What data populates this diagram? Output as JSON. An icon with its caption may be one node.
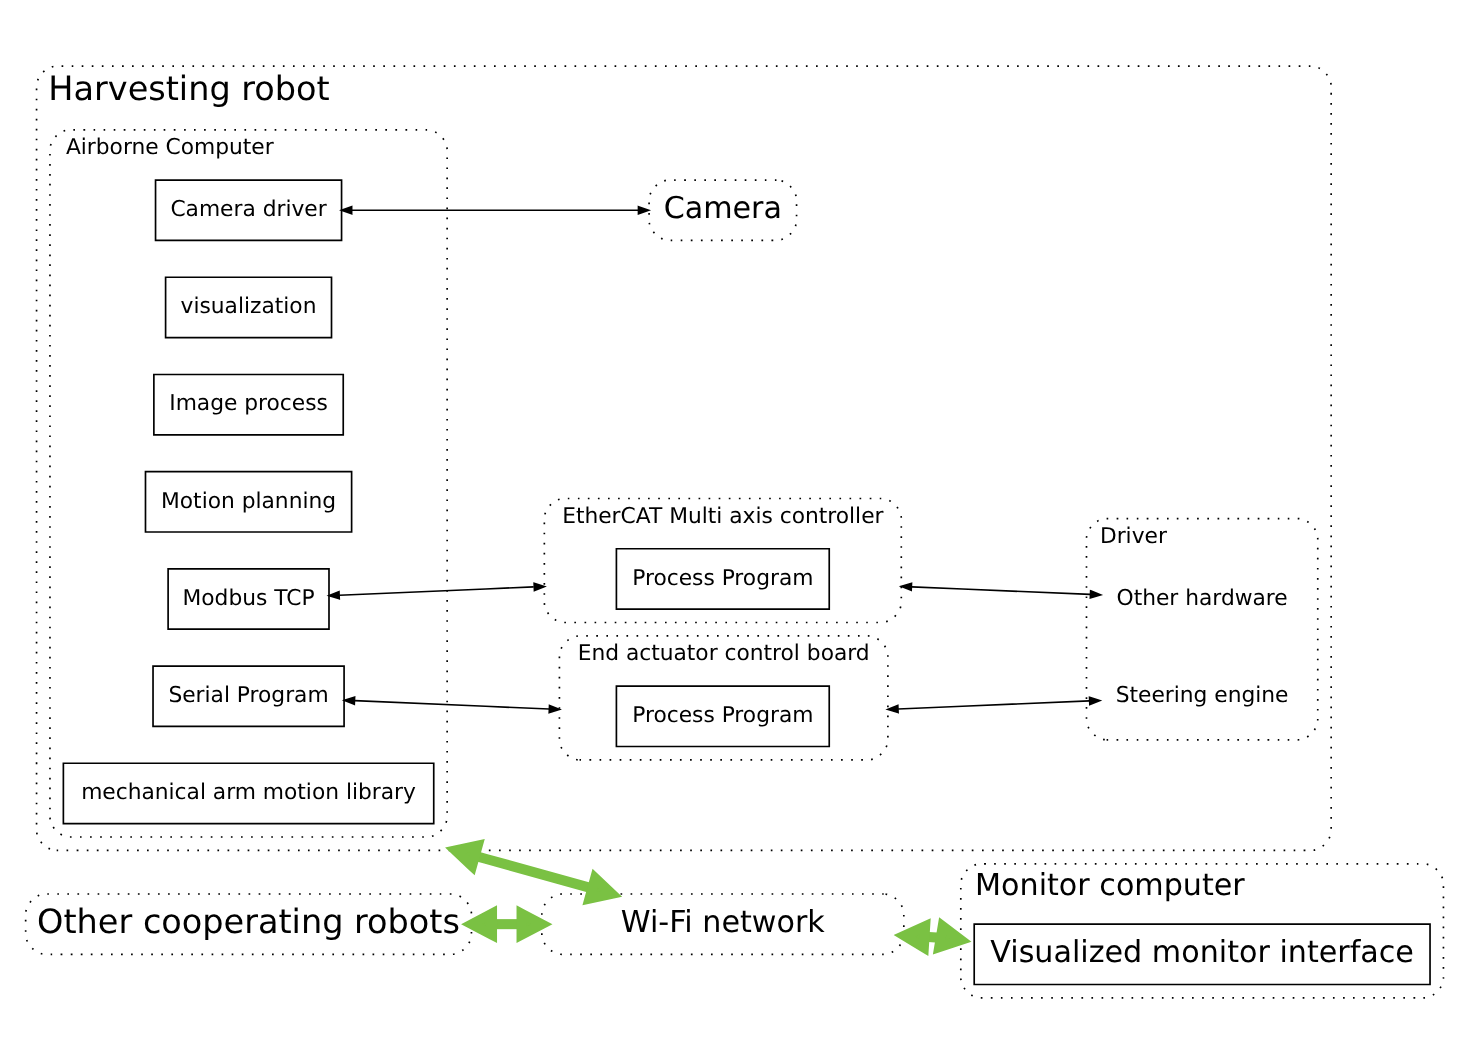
{
  "diagram": {
    "nodes": [
      {
        "text": [
          "Harvesting robot"
        ]
      },
      {
        "text": [
          "Airborne Computer"
        ],
        "in": 0
      },
      {
        "text": [
          "mechanical arm motion library"
        ],
        "in": 1
      },
      {
        "text": [
          "visualization"
        ],
        "in": 1
      },
      {
        "text": [
          "Image process"
        ],
        "in": 1
      },
      {
        "text": [
          "Motion planning"
        ],
        "in": 1
      },
      {
        "text": [
          "Serial Program"
        ],
        "in": 1
      },
      {
        "text": [
          "Modbus TCP"
        ],
        "in": 1
      },
      {
        "text": [
          "Camera driver"
        ],
        "in": 1
      },
      {
        "text": [
          "End actuator control board"
        ],
        "in": 0
      },
      {
        "text": [
          "Process Program"
        ],
        "in": 9
      },
      {
        "text": [
          "EtherCAT Multi axis controller"
        ],
        "in": 0
      },
      {
        "text": [
          "Process Program"
        ],
        "in": 11
      },
      {
        "text": [
          "Camera"
        ],
        "in": 0
      },
      {
        "text": [
          "Driver"
        ],
        "in": 0
      },
      {
        "text": [
          "Steering engine"
        ],
        "in": 14
      },
      {
        "text": [
          "Other hardware"
        ],
        "in": 14
      },
      {
        "text": [
          "Other cooperating robots"
        ]
      },
      {
        "text": [
          "Wi-Fi network"
        ]
      },
      {
        "text": [
          "Monitor computer"
        ]
      },
      {
        "text": [
          "Visualized monitor interface"
        ],
        "in": 19
      }
    ],
    "edges": [
      {
        "from": 6,
        "to": 9,
        "arrow": "both"
      },
      {
        "from": 7,
        "to": 11,
        "arrow": "both"
      },
      {
        "from": 8,
        "to": 13,
        "arrow": "both"
      },
      {
        "from": 9,
        "to": 15,
        "arrow": "both"
      },
      {
        "from": 11,
        "to": 16,
        "arrow": "both"
      },
      {
        "from": 0,
        "to": 18,
        "arrow": "both",
        "style": "thick",
        "color": "#7ac143"
      },
      {
        "from": 17,
        "to": 18,
        "arrow": "both",
        "style": "thick",
        "color": "#7ac143"
      },
      {
        "from": 18,
        "to": 19,
        "arrow": "both",
        "style": "thick",
        "color": "#7ac143"
      }
    ]
  }
}
